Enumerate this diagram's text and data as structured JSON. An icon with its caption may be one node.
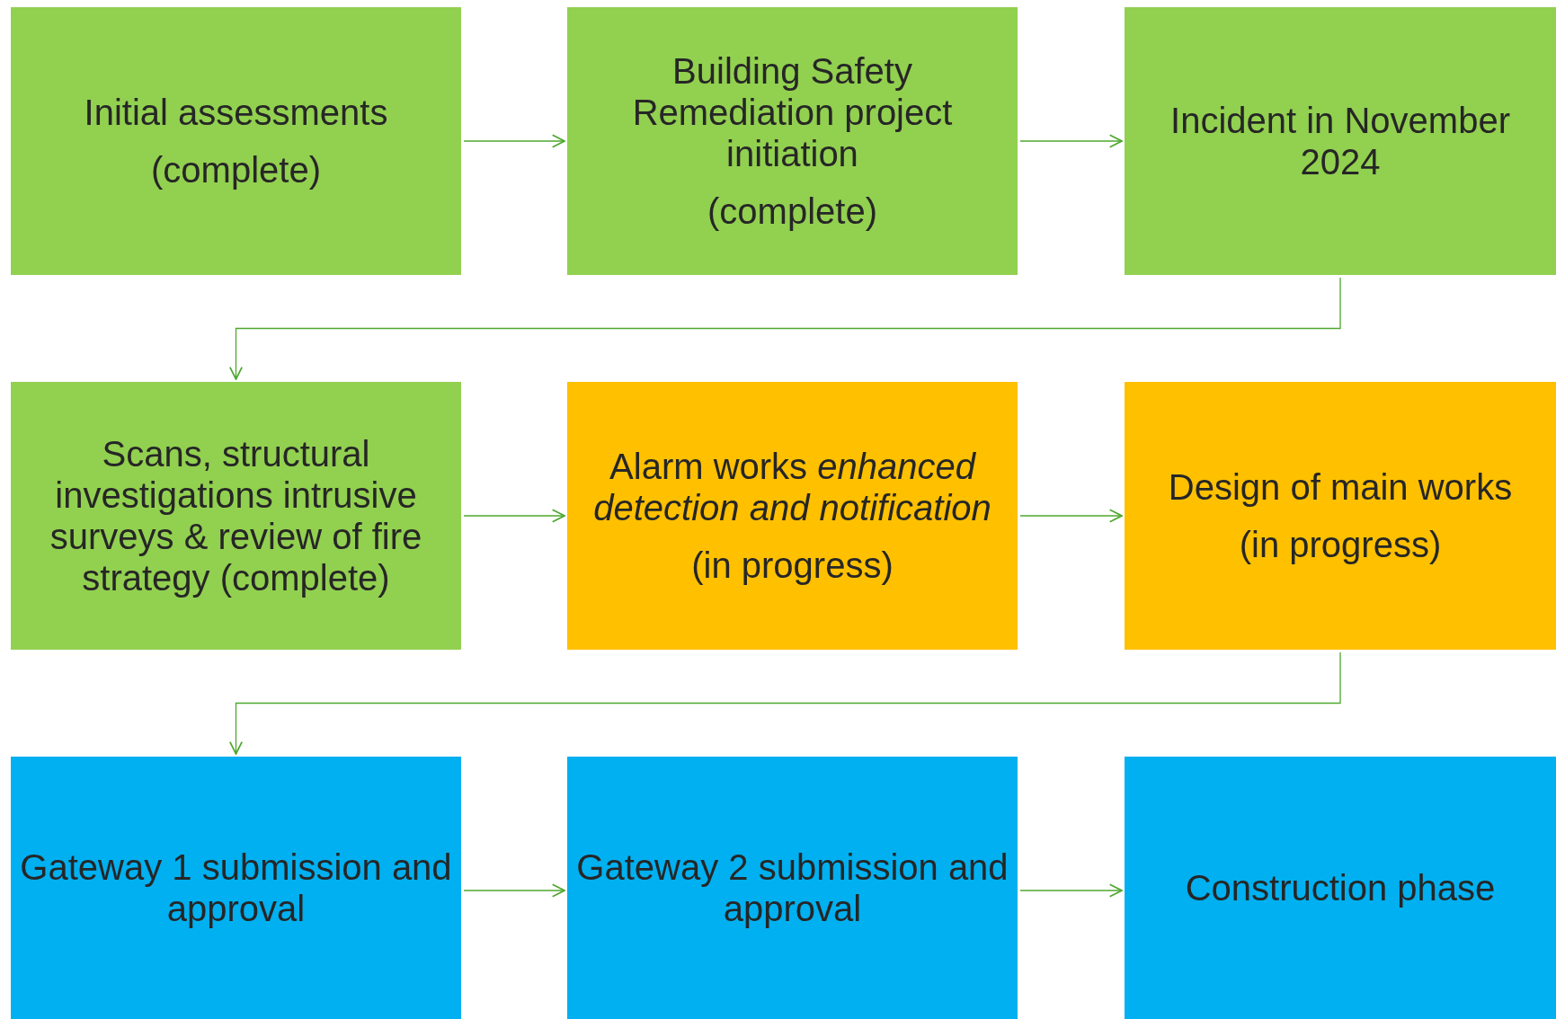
{
  "diagram": {
    "nodes": [
      {
        "text": [
          "Initial assessments",
          "(complete)"
        ]
      },
      {
        "text": [
          "Building Safety Remediation project initiation",
          "(complete)"
        ]
      },
      {
        "text": [
          "Incident in November 2024"
        ]
      },
      {
        "text": [
          "Scans, structural investigations intrusive surveys & review of fire strategy (complete)"
        ]
      },
      {
        "text": [
          "Alarm works *enhanced detection and notification*",
          "(in progress)"
        ]
      },
      {
        "text": [
          "Design of main works",
          "(in progress)"
        ]
      },
      {
        "text": [
          "Gateway 1 submission and approval"
        ]
      },
      {
        "text": [
          "Gateway 2 submission and approval"
        ]
      },
      {
        "text": [
          "Construction phase"
        ]
      }
    ],
    "edges": [
      {
        "from": 0,
        "to": 1,
        "arrow": "to"
      },
      {
        "from": 1,
        "to": 2,
        "arrow": "to"
      },
      {
        "from": 2,
        "to": 3,
        "arrow": "to"
      },
      {
        "from": 3,
        "to": 4,
        "arrow": "to"
      },
      {
        "from": 4,
        "to": 5,
        "arrow": "to"
      },
      {
        "from": 5,
        "to": 6,
        "arrow": "to"
      },
      {
        "from": 6,
        "to": 7,
        "arrow": "to"
      },
      {
        "from": 7,
        "to": 8,
        "arrow": "to"
      }
    ]
  }
}
